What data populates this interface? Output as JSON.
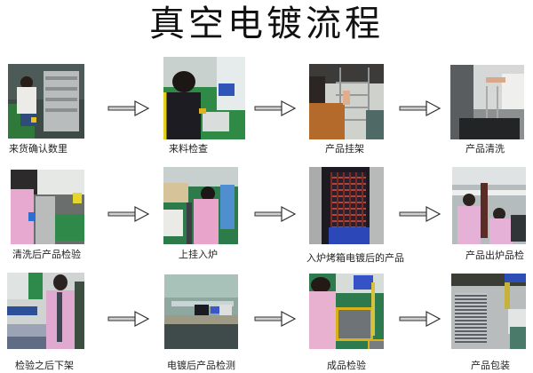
{
  "title": "真空电镀流程",
  "arrow_icon": "right-arrow-icon",
  "steps": [
    {
      "label": "来货确认数里",
      "scene": "worker-with-stacked-boxes"
    },
    {
      "label": "来料检查",
      "scene": "worker-inspecting-incoming-material"
    },
    {
      "label": "产品挂架",
      "scene": "worker-hanging-products-on-rack"
    },
    {
      "label": "产品清洗",
      "scene": "worker-washing-rack-in-tank"
    },
    {
      "label": "清洗后产品检验",
      "scene": "inspection-after-cleaning"
    },
    {
      "label": "上挂入炉",
      "scene": "workers-loading-racks"
    },
    {
      "label": "入炉烤箱电镀后的产品",
      "scene": "products-in-vacuum-chamber"
    },
    {
      "label": "产品出炉品检",
      "scene": "workers-checking-plated-products"
    },
    {
      "label": "检验之后下架",
      "scene": "worker-unloading-rack"
    },
    {
      "label": "电镀后产品检测",
      "scene": "testing-lab-room"
    },
    {
      "label": "成品检验",
      "scene": "worker-inspecting-finished-products"
    },
    {
      "label": "产品包装",
      "scene": "products-laid-out-for-packaging"
    }
  ]
}
